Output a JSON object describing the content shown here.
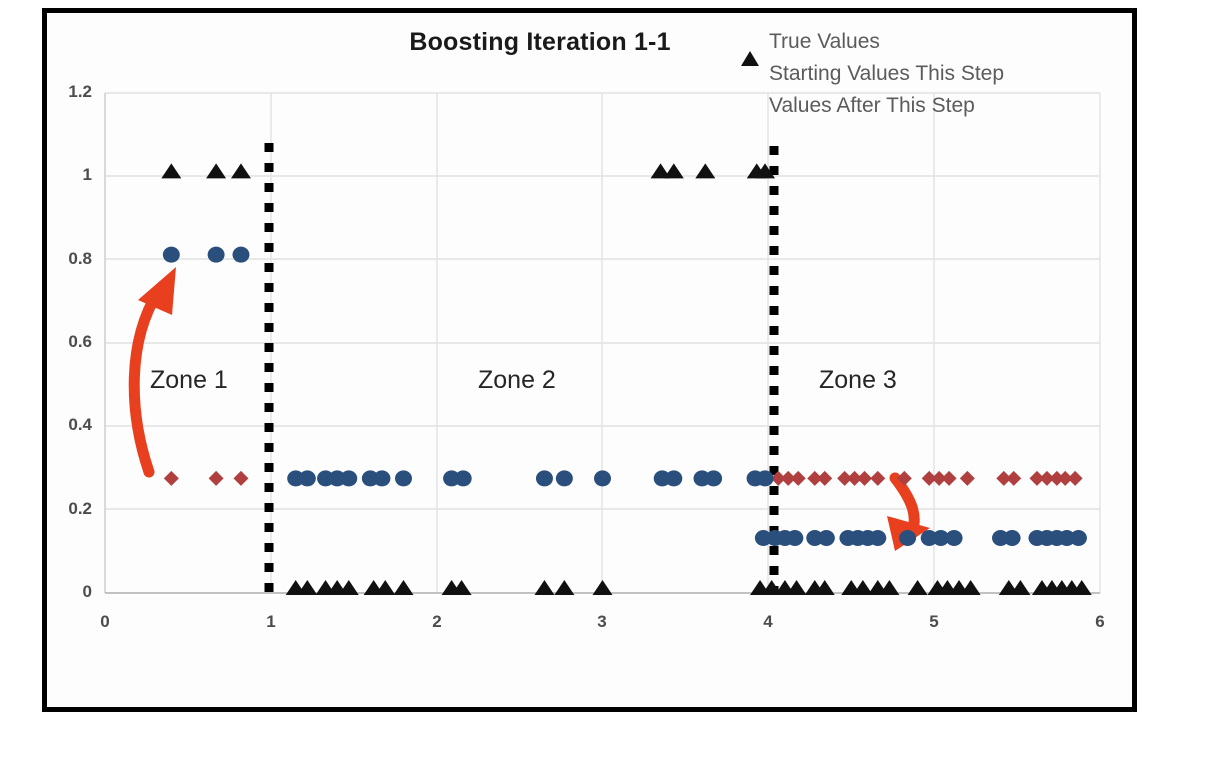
{
  "chart_data": {
    "type": "scatter",
    "title": "Boosting Iteration 1-1",
    "xlabel": "",
    "ylabel": "",
    "xlim": [
      0,
      6
    ],
    "ylim": [
      0,
      1.2
    ],
    "xticks": [
      "0",
      "1",
      "2",
      "3",
      "4",
      "5",
      "6"
    ],
    "yticks": [
      "0",
      "0.2",
      "0.4",
      "0.6",
      "0.8",
      "1",
      "1.2"
    ],
    "grid": true,
    "legend_position": "top-right",
    "legend": [
      {
        "label": "True Values",
        "marker": "triangle",
        "color": "#111111"
      },
      {
        "label": "Starting Values This Step",
        "marker": "diamond",
        "color": "#b0403f"
      },
      {
        "label": "Values After This Step",
        "marker": "circle",
        "color": "#2a4f7d"
      }
    ],
    "series": [
      {
        "name": "True Values",
        "marker": "triangle",
        "color": "#111111",
        "points": [
          [
            0.4,
            1.0
          ],
          [
            0.67,
            1.0
          ],
          [
            0.82,
            1.0
          ],
          [
            3.35,
            1.0
          ],
          [
            3.43,
            1.0
          ],
          [
            3.62,
            1.0
          ],
          [
            3.93,
            1.0
          ],
          [
            3.98,
            1.0
          ],
          [
            1.15,
            0.0
          ],
          [
            1.22,
            0.0
          ],
          [
            1.33,
            0.0
          ],
          [
            1.4,
            0.0
          ],
          [
            1.47,
            0.0
          ],
          [
            1.62,
            0.0
          ],
          [
            1.69,
            0.0
          ],
          [
            1.8,
            0.0
          ],
          [
            2.09,
            0.0
          ],
          [
            2.15,
            0.0
          ],
          [
            2.65,
            0.0
          ],
          [
            2.77,
            0.0
          ],
          [
            3.0,
            0.0
          ],
          [
            3.95,
            0.0
          ],
          [
            4.02,
            0.0
          ],
          [
            4.1,
            0.0
          ],
          [
            4.17,
            0.0
          ],
          [
            4.28,
            0.0
          ],
          [
            4.34,
            0.0
          ],
          [
            4.5,
            0.0
          ],
          [
            4.57,
            0.0
          ],
          [
            4.66,
            0.0
          ],
          [
            4.73,
            0.0
          ],
          [
            4.9,
            0.0
          ],
          [
            5.02,
            0.0
          ],
          [
            5.08,
            0.0
          ],
          [
            5.15,
            0.0
          ],
          [
            5.22,
            0.0
          ],
          [
            5.45,
            0.0
          ],
          [
            5.52,
            0.0
          ],
          [
            5.65,
            0.0
          ],
          [
            5.71,
            0.0
          ],
          [
            5.77,
            0.0
          ],
          [
            5.83,
            0.0
          ],
          [
            5.89,
            0.0
          ]
        ]
      },
      {
        "name": "Starting Values This Step",
        "marker": "diamond",
        "color": "#b0403f",
        "points": [
          [
            0.4,
            0.275
          ],
          [
            0.67,
            0.275
          ],
          [
            0.82,
            0.275
          ],
          [
            3.99,
            0.275
          ],
          [
            4.06,
            0.275
          ],
          [
            4.12,
            0.275
          ],
          [
            4.18,
            0.275
          ],
          [
            4.28,
            0.275
          ],
          [
            4.34,
            0.275
          ],
          [
            4.46,
            0.275
          ],
          [
            4.52,
            0.275
          ],
          [
            4.58,
            0.275
          ],
          [
            4.66,
            0.275
          ],
          [
            4.82,
            0.275
          ],
          [
            4.97,
            0.275
          ],
          [
            5.03,
            0.275
          ],
          [
            5.09,
            0.275
          ],
          [
            5.2,
            0.275
          ],
          [
            5.42,
            0.275
          ],
          [
            5.48,
            0.275
          ],
          [
            5.62,
            0.275
          ],
          [
            5.68,
            0.275
          ],
          [
            5.74,
            0.275
          ],
          [
            5.79,
            0.275
          ],
          [
            5.85,
            0.275
          ]
        ]
      },
      {
        "name": "Values After This Step",
        "marker": "circle",
        "color": "#2a4f7d",
        "points": [
          [
            0.4,
            0.812
          ],
          [
            0.67,
            0.812
          ],
          [
            0.82,
            0.812
          ],
          [
            1.15,
            0.275
          ],
          [
            1.22,
            0.275
          ],
          [
            1.33,
            0.275
          ],
          [
            1.4,
            0.275
          ],
          [
            1.47,
            0.275
          ],
          [
            1.6,
            0.275
          ],
          [
            1.67,
            0.275
          ],
          [
            1.8,
            0.275
          ],
          [
            2.09,
            0.275
          ],
          [
            2.16,
            0.275
          ],
          [
            2.65,
            0.275
          ],
          [
            2.77,
            0.275
          ],
          [
            3.0,
            0.275
          ],
          [
            3.36,
            0.275
          ],
          [
            3.43,
            0.275
          ],
          [
            3.6,
            0.275
          ],
          [
            3.67,
            0.275
          ],
          [
            3.92,
            0.275
          ],
          [
            3.98,
            0.275
          ],
          [
            3.97,
            0.132
          ],
          [
            4.04,
            0.132
          ],
          [
            4.1,
            0.132
          ],
          [
            4.16,
            0.132
          ],
          [
            4.28,
            0.132
          ],
          [
            4.35,
            0.132
          ],
          [
            4.48,
            0.132
          ],
          [
            4.54,
            0.132
          ],
          [
            4.6,
            0.132
          ],
          [
            4.66,
            0.132
          ],
          [
            4.84,
            0.132
          ],
          [
            4.97,
            0.132
          ],
          [
            5.04,
            0.132
          ],
          [
            5.12,
            0.132
          ],
          [
            5.4,
            0.132
          ],
          [
            5.47,
            0.132
          ],
          [
            5.62,
            0.132
          ],
          [
            5.68,
            0.132
          ],
          [
            5.74,
            0.132
          ],
          [
            5.8,
            0.132
          ],
          [
            5.87,
            0.132
          ]
        ]
      }
    ],
    "annotations": {
      "zones": [
        {
          "label": "Zone 1",
          "x": 0.62
        },
        {
          "label": "Zone 2",
          "x": 2.43
        },
        {
          "label": "Zone 3",
          "x": 4.4
        }
      ],
      "boundaries": [
        {
          "x": 1.0,
          "style": "dotted",
          "color": "#000000"
        },
        {
          "x": 4.0,
          "style": "dotted",
          "color": "#000000"
        }
      ],
      "arrows": [
        {
          "name": "zone1-up-arrow",
          "color": "#e8401f",
          "direction": "up"
        },
        {
          "name": "zone3-down-arrow",
          "color": "#e8401f",
          "direction": "down"
        }
      ]
    }
  }
}
